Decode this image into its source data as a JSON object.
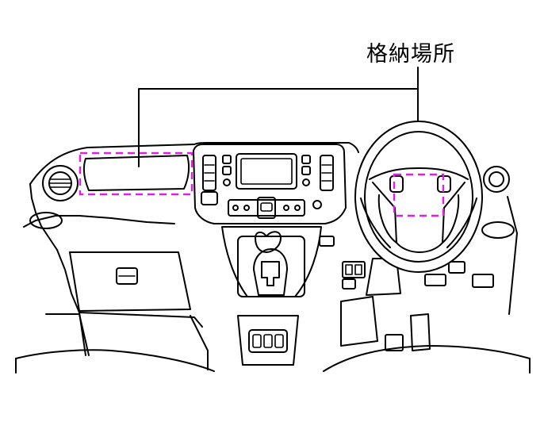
{
  "diagram": {
    "callout_label": "格納場所",
    "highlight_color": "#e020e0",
    "line_color": "#000000",
    "background": "#ffffff",
    "storage_locations": [
      "dashboard-upper-compartment",
      "steering-wheel-airbag-pad"
    ]
  }
}
